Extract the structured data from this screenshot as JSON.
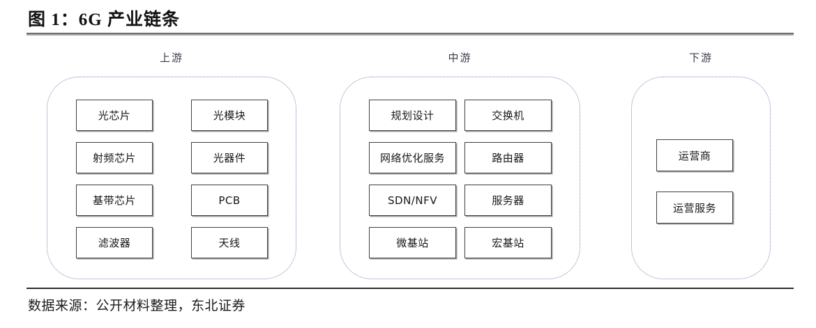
{
  "figure": {
    "title": "图 1：6G 产业链条",
    "source_note": "数据来源：公开材料整理，东北证券"
  },
  "stages": {
    "upstream": {
      "label": "上游",
      "columns": [
        {
          "nodes": [
            "光芯片",
            "射频芯片",
            "基带芯片",
            "滤波器"
          ]
        },
        {
          "nodes": [
            "光模块",
            "光器件",
            "PCB",
            "天线"
          ]
        }
      ]
    },
    "midstream": {
      "label": "中游",
      "columns": [
        {
          "nodes": [
            "规划设计",
            "网络优化服务",
            "SDN/NFV",
            "微基站"
          ]
        },
        {
          "nodes": [
            "交换机",
            "路由器",
            "服务器",
            "宏基站"
          ]
        }
      ]
    },
    "downstream": {
      "label": "下游",
      "columns": [
        {
          "nodes": [
            "运营商",
            "运营服务"
          ]
        }
      ]
    }
  },
  "colors": {
    "stage_border": "#7b86b8",
    "node_border": "#3f3f3f",
    "text": "#161616",
    "rule_top": "#6f6f6f",
    "rule_bottom": "#2b2b2b"
  }
}
